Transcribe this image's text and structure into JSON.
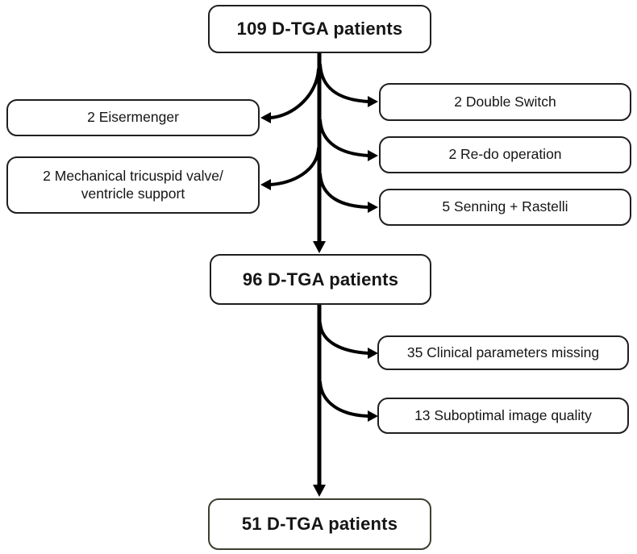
{
  "flow": {
    "start": {
      "label": "109 D-TGA patients"
    },
    "middle": {
      "label": "96 D-TGA patients"
    },
    "end": {
      "label": "51 D-TGA patients"
    },
    "stage1_exclusions": {
      "left": [
        {
          "label": "2 Eisermenger"
        },
        {
          "label": "2 Mechanical tricuspid valve/\nventricle support"
        }
      ],
      "right": [
        {
          "label": "2 Double Switch"
        },
        {
          "label": "2 Re-do operation"
        },
        {
          "label": "5 Senning + Rastelli"
        }
      ]
    },
    "stage2_exclusions": {
      "right": [
        {
          "label": "35 Clinical parameters missing"
        },
        {
          "label": "13 Suboptimal image quality"
        }
      ]
    },
    "colors": {
      "box_border": "#1f1f1f",
      "final_box_border": "#3e3e33",
      "arrow": "#000000",
      "background": "#ffffff"
    }
  }
}
